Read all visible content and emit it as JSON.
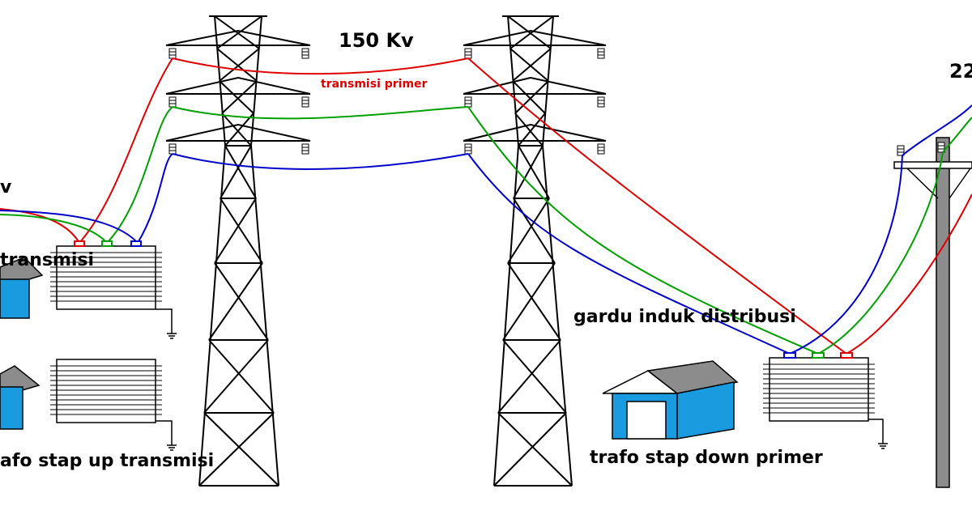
{
  "labels": {
    "voltage_150": "150 Kv",
    "voltage_left_partial": "v",
    "voltage_right_partial": "22",
    "transmisi_primer": "transmisi primer",
    "transmisi_partial": "transmisi",
    "gardu_induk": "gardu induk distribusi",
    "trafo_stap_up": "afo stap up transmisi",
    "trafo_stap_down": "trafo stap down primer"
  },
  "colors": {
    "phase_r": "#e00000",
    "phase_s": "#00a000",
    "phase_t": "#0000cc",
    "house_wall": "#1a9be0",
    "roof": "#8c8c8c"
  }
}
